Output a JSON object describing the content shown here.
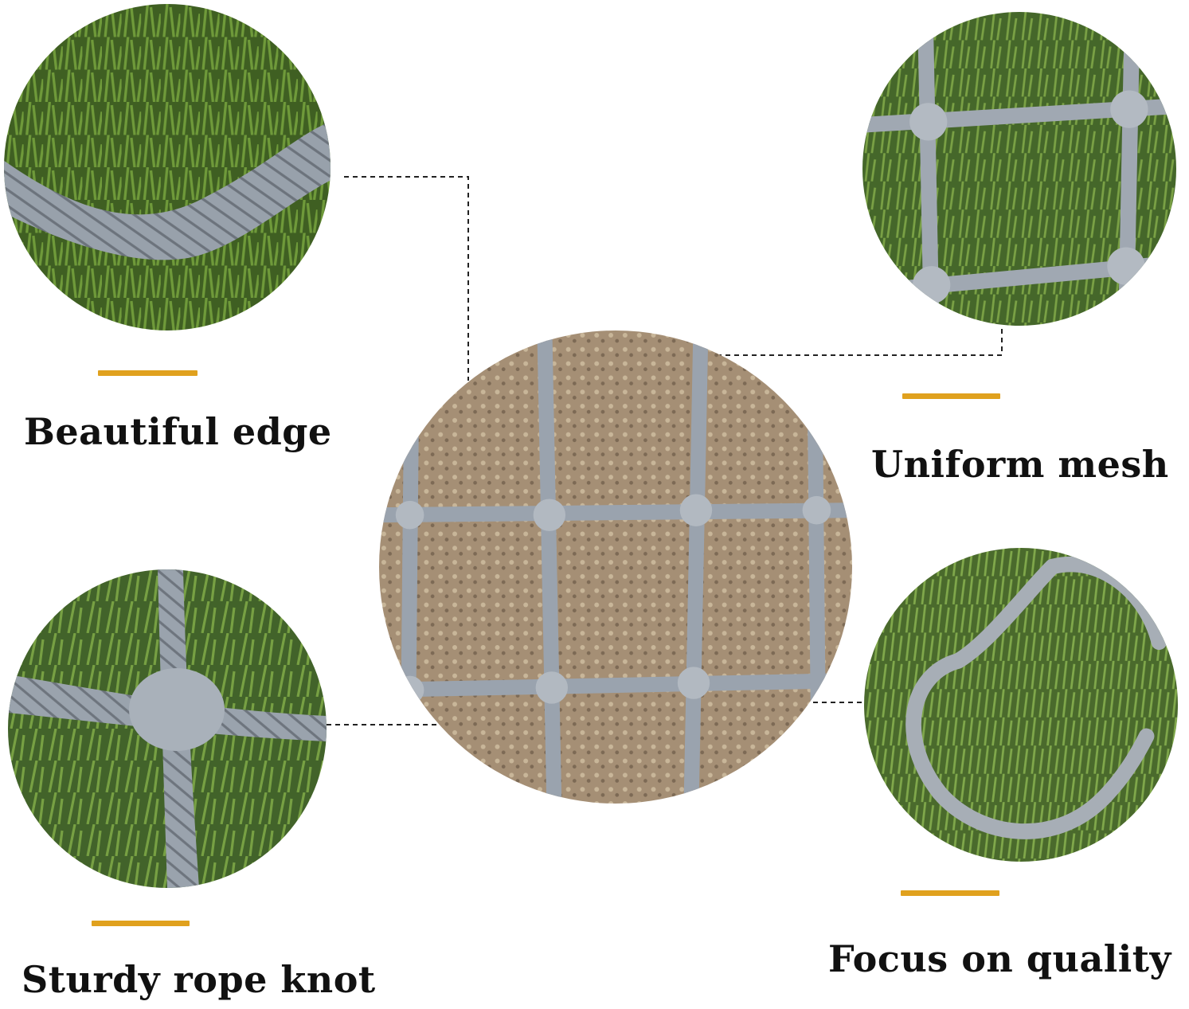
{
  "features": [
    {
      "id": "edge",
      "label": "Beautiful edge",
      "photo": "rope-edge-on-grass"
    },
    {
      "id": "mesh",
      "label": "Uniform mesh",
      "photo": "mesh-square-on-grass"
    },
    {
      "id": "knot",
      "label": "Sturdy rope knot",
      "photo": "rope-knot-on-grass"
    },
    {
      "id": "quality",
      "label": "Focus on quality",
      "photo": "mesh-loop-on-grass"
    }
  ],
  "center": {
    "photo": "net-on-sand"
  },
  "colors": {
    "accent": "#e0a11e",
    "rope": "#9aa3ad",
    "grass": "#4d6b2a",
    "sand": "#a89278"
  }
}
